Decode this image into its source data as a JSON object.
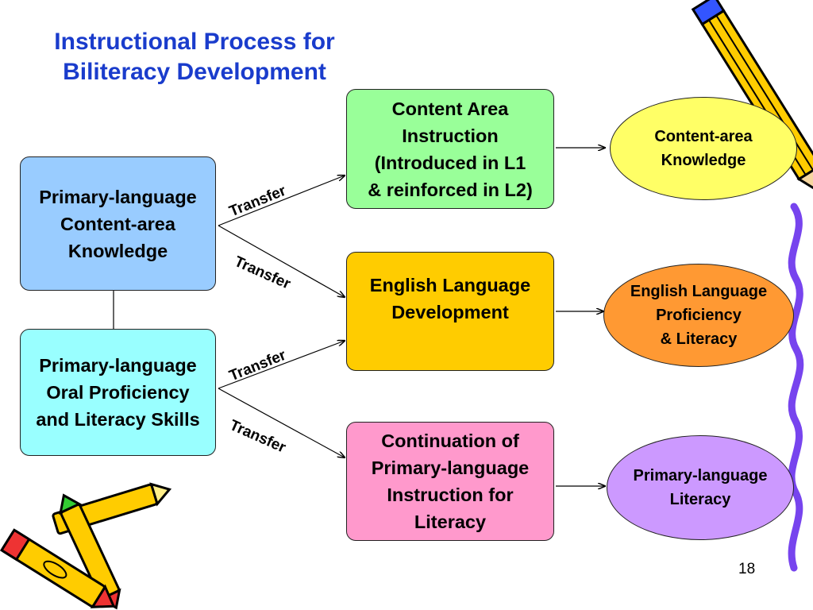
{
  "title": {
    "line1": "Instructional Process for",
    "line2": "Biliteracy Development"
  },
  "sources": [
    {
      "id": "primary-content",
      "label": "Primary-language\nContent-area\nKnowledge",
      "color": "#99ccff"
    },
    {
      "id": "primary-oral",
      "label": "Primary-language\nOral Proficiency\nand Literacy Skills",
      "color": "#99ffff"
    }
  ],
  "programs": [
    {
      "id": "content-area-instruction",
      "label": "Content Area\nInstruction\n(Introduced in L1\n& reinforced in L2)",
      "color": "#99ff99"
    },
    {
      "id": "english-language-development",
      "label": "English Language\nDevelopment",
      "color": "#ffcc00"
    },
    {
      "id": "primary-language-continuation",
      "label": "Continuation of\nPrimary-language\nInstruction for\nLiteracy",
      "color": "#ff99cc"
    }
  ],
  "outcomes": [
    {
      "id": "content-area-knowledge",
      "label": "Content-area\nKnowledge",
      "color": "#ffff66"
    },
    {
      "id": "english-proficiency-literacy",
      "label": "English Language\nProficiency\n& Literacy",
      "color": "#ff9933"
    },
    {
      "id": "primary-language-literacy",
      "label": "Primary-language\nLiteracy",
      "color": "#cc99ff"
    }
  ],
  "arrow_labels": [
    "Transfer",
    "Transfer",
    "Transfer",
    "Transfer"
  ],
  "page_number": "18",
  "decorations": [
    "pencil-icon",
    "crayons-icon",
    "purple-squiggle-line"
  ]
}
